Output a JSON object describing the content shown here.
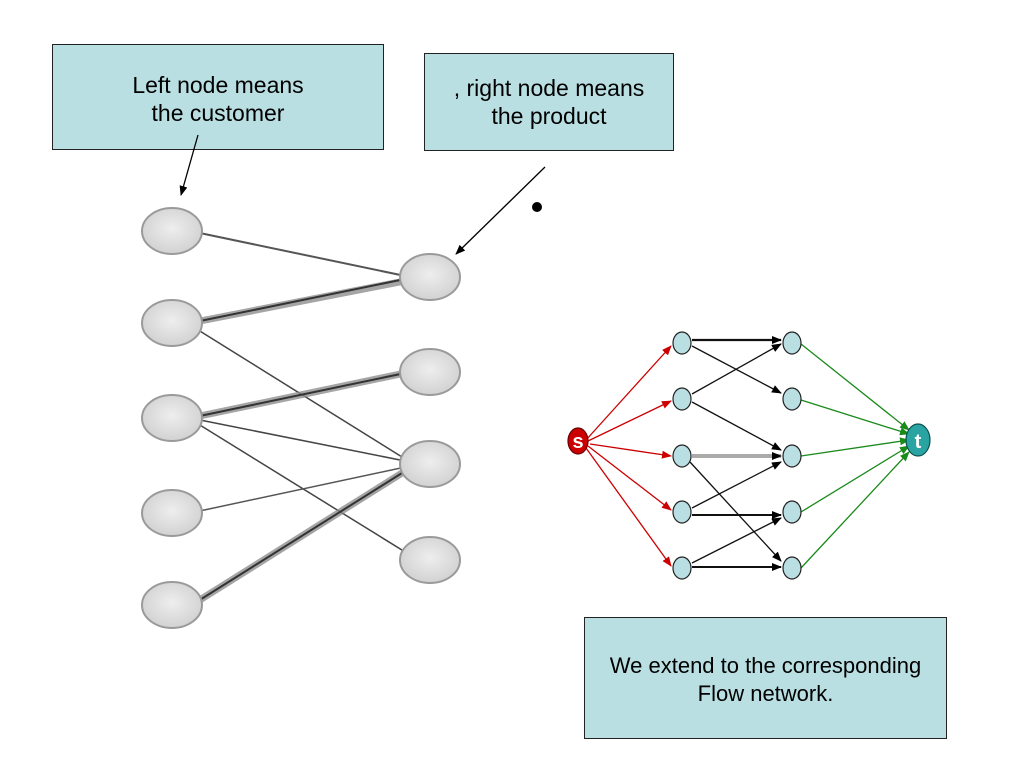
{
  "callouts": {
    "left": {
      "line1": "Left node means",
      "line2": "the customer"
    },
    "right": {
      "line1": ", right node means",
      "line2": "the product"
    },
    "bottom": {
      "line1": "We extend to the corresponding",
      "line2": "Flow network."
    }
  },
  "flow_network": {
    "source_label": "s",
    "sink_label": "t"
  },
  "colors": {
    "callout_bg": "#b9dfe3",
    "node_fill_bipartite": "#dcdcdc",
    "node_fill_flow": "#b9dfe3",
    "source_edges": "#cc0000",
    "sink_edges": "#1a8a1a",
    "middle_edges": "#111111"
  }
}
